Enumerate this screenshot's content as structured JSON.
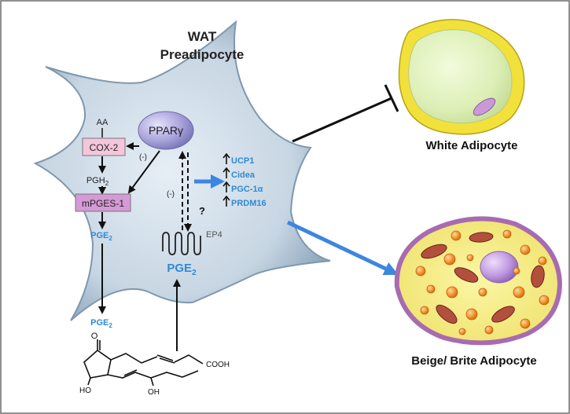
{
  "cell": {
    "title_line1": "WAT",
    "title_line2": "Preadipocyte"
  },
  "nodes": {
    "aa": "AA",
    "cox2": "COX-2",
    "pgh2": "PGH",
    "pgh2_sub": "2",
    "mpges1": "mPGES-1",
    "pge2_inner": "PGE",
    "pge2_inner_sub": "2",
    "ppar": "PPARγ",
    "neg1": "(-)",
    "neg2": "(-)",
    "question": "?",
    "ep4": "EP4",
    "pge2_receptor": "PGE",
    "pge2_receptor_sub": "2",
    "pge2_outside": "PGE",
    "pge2_outside_sub": "2"
  },
  "genes": [
    "UCP1",
    "Cidea",
    "PGC-1α",
    "PRDM16"
  ],
  "molecule": {
    "o_label": "O",
    "cooh_label": "COOH",
    "ho_label": "HO",
    "oh_label": "OH"
  },
  "outcomes": {
    "white": "White Adipocyte",
    "beige": "Beige/ Brite Adipocyte"
  },
  "colors": {
    "cell_fill": "#c7d6e3",
    "ppar_fill": "#9c97d4",
    "enzyme_box": "#f4c6dc",
    "mpges_box": "#d59ad6",
    "blue_text": "#2f8ad3",
    "blue_arrow": "#3d86e0",
    "white_fat_yellow": "#f2e13a",
    "beige_fat_membrane": "#a86bb0",
    "lipid_orange": "#f08a24",
    "nucleus": "#b886d9"
  }
}
